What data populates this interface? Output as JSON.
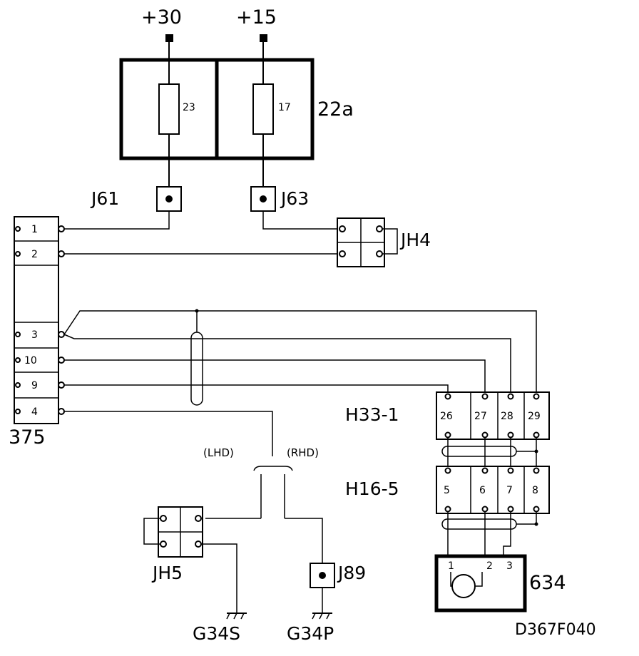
{
  "supply": {
    "plus30": "+30",
    "plus15": "+15"
  },
  "fuse_box": {
    "id": "22a",
    "fuse_a": "23",
    "fuse_b": "17"
  },
  "junctions": {
    "j61": "J61",
    "j63": "J63",
    "j89": "J89"
  },
  "connectors": {
    "jh4": "JH4",
    "jh5": "JH5",
    "c375": {
      "id": "375",
      "pins": [
        "1",
        "2",
        "3",
        "10",
        "9",
        "4"
      ]
    },
    "h33": {
      "id": "H33-1",
      "pins": [
        "26",
        "27",
        "28",
        "29"
      ]
    },
    "h16": {
      "id": "H16-5",
      "pins": [
        "5",
        "6",
        "7",
        "8"
      ]
    }
  },
  "options": {
    "lhd": "(LHD)",
    "rhd": "(RHD)"
  },
  "grounds": {
    "g34s": "G34S",
    "g34p": "G34P"
  },
  "component": {
    "id": "634",
    "pins": [
      "1",
      "2",
      "3"
    ]
  },
  "figure_id": "D367F040"
}
